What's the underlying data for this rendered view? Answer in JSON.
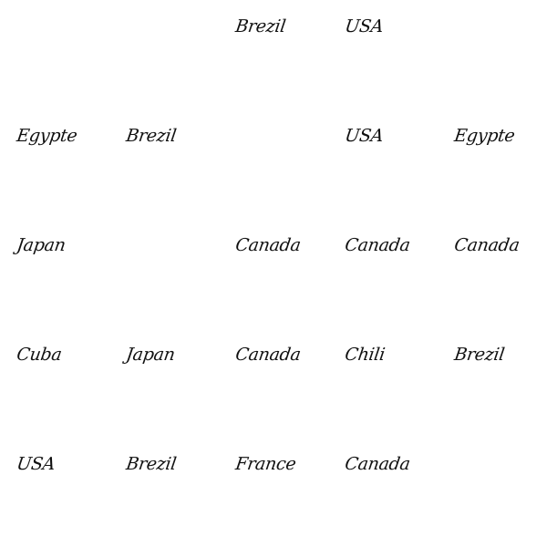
{
  "grid": {
    "rows": [
      [
        "",
        "",
        "Brezil",
        "USA",
        ""
      ],
      [
        "Egypte",
        "Brezil",
        "",
        "USA",
        "Egypte"
      ],
      [
        "Japan",
        "",
        "Canada",
        "Canada",
        "Canada"
      ],
      [
        "Cuba",
        "Japan",
        "Canada",
        "Chili",
        "Brezil"
      ],
      [
        "USA",
        "Brezil",
        "France",
        "Canada",
        ""
      ]
    ]
  },
  "style": {
    "text_color": "#111111",
    "background": "#ffffff"
  }
}
